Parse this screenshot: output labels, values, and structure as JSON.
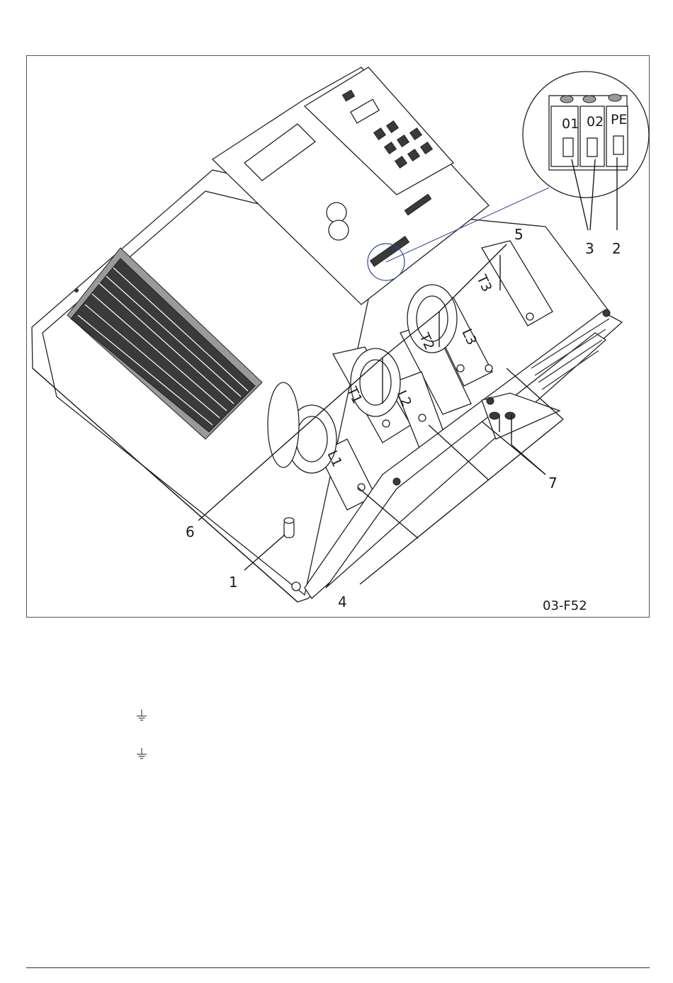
{
  "figure": {
    "id": "03-F52",
    "callouts": [
      "1",
      "2",
      "3",
      "4",
      "5",
      "6",
      "7"
    ],
    "terminal_labels": [
      "T1",
      "T2",
      "T3",
      "L1",
      "L2",
      "L3"
    ],
    "inset_terminals": [
      "01",
      "02",
      "PE"
    ]
  },
  "symbols": [
    {
      "icon": "protective-earth-icon"
    },
    {
      "icon": "protective-earth-icon"
    }
  ]
}
